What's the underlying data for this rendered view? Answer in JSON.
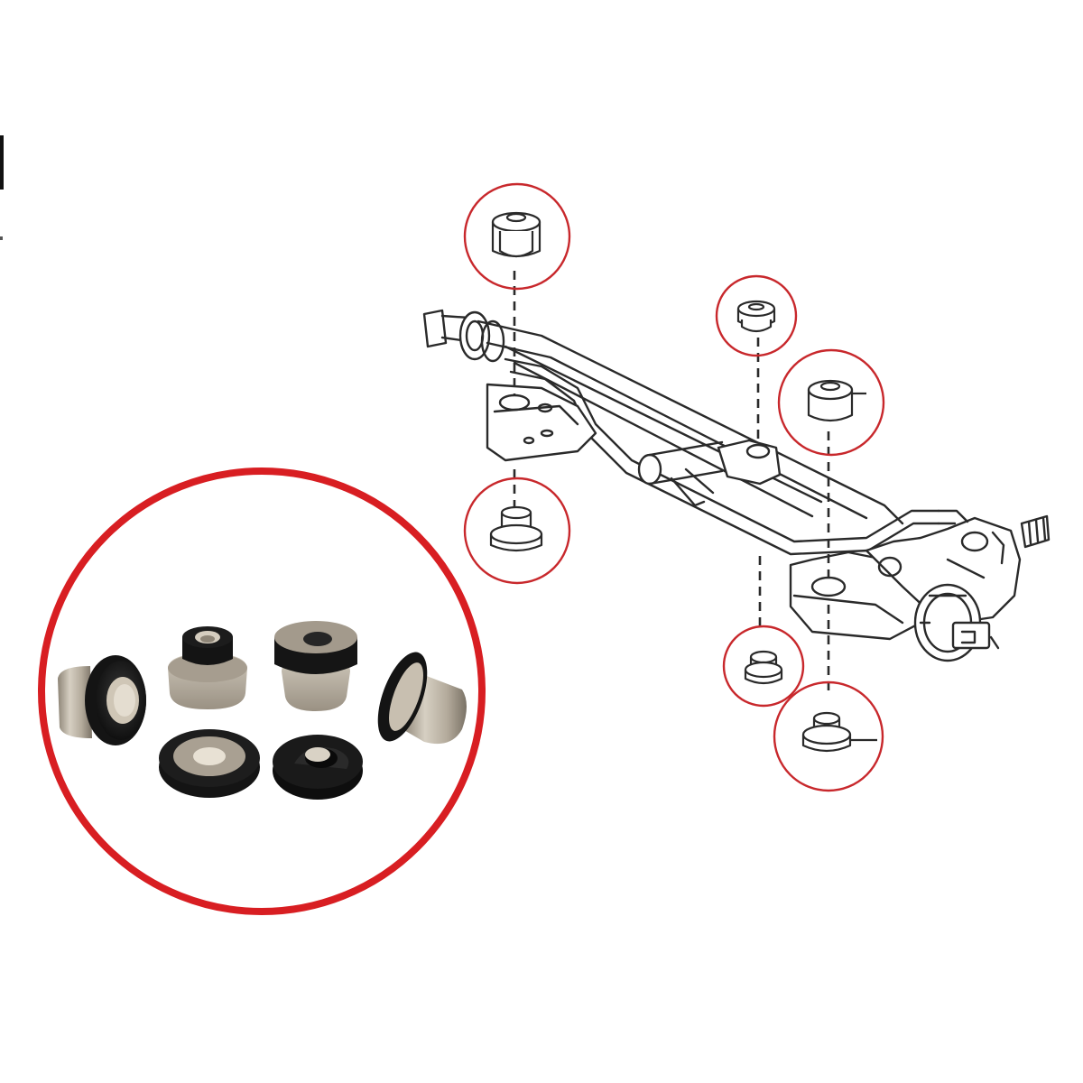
{
  "colors": {
    "background": "#ffffff",
    "callout_ring": "#c8282c",
    "large_ring": "#d81e22",
    "line_art": "#2a2a2a",
    "bushing_metal": "#b9b1a3",
    "bushing_rubber": "#141414"
  },
  "icons": {
    "assembly": "steering-rack-icon",
    "part": "bushing-icon"
  },
  "callouts": [
    {
      "id": "upper-left",
      "view": "side"
    },
    {
      "id": "lower-left",
      "view": "side-inverted"
    },
    {
      "id": "center-top",
      "view": "top"
    },
    {
      "id": "right-upper",
      "view": "side"
    },
    {
      "id": "center-bottom",
      "view": "top"
    },
    {
      "id": "right-lower",
      "view": "side-inverted"
    }
  ],
  "photo_parts": [
    {
      "id": "part-1",
      "kind": "sleeve-side"
    },
    {
      "id": "part-2",
      "kind": "sleeve-upright"
    },
    {
      "id": "part-3",
      "kind": "sleeve-upright"
    },
    {
      "id": "part-4",
      "kind": "sleeve-side-right"
    },
    {
      "id": "part-5",
      "kind": "ring-washer"
    },
    {
      "id": "part-6",
      "kind": "black-washer"
    }
  ]
}
